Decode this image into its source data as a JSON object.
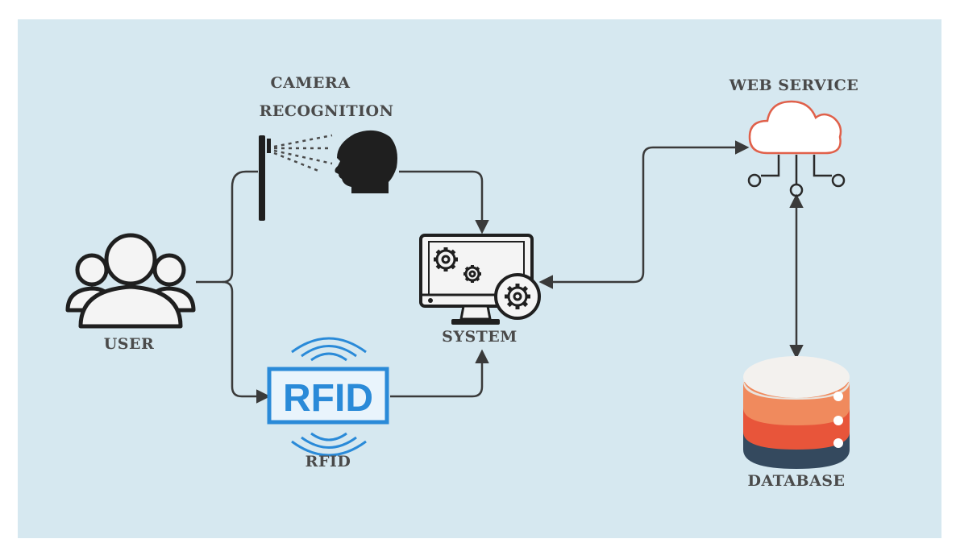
{
  "labels": {
    "camera_line1": "CAMERA",
    "camera_line2": "RECOGNITION",
    "web_service": "WEB SERVICE",
    "user": "USER",
    "system": "SYSTEM",
    "rfid_badge": "RFID",
    "rfid": "RFID",
    "database": "DATABASE"
  },
  "colors": {
    "background": "#d6e8f0",
    "line": "#3a3a3a",
    "icon": "#1f1f1f",
    "rfid_blue": "#2a8ad8",
    "cloud_red": "#e0604a",
    "db_top": "#f3f1ee",
    "db_orange": "#f08a5d",
    "db_red": "#e8553a",
    "db_dark": "#34495e"
  },
  "icons": {
    "user": "users-group-icon",
    "camera": "camera-scanner-icon",
    "face": "head-profile-icon",
    "system": "monitor-gears-icon",
    "rfid": "rfid-badge-icon",
    "web_service": "cloud-network-icon",
    "database": "database-icon"
  }
}
